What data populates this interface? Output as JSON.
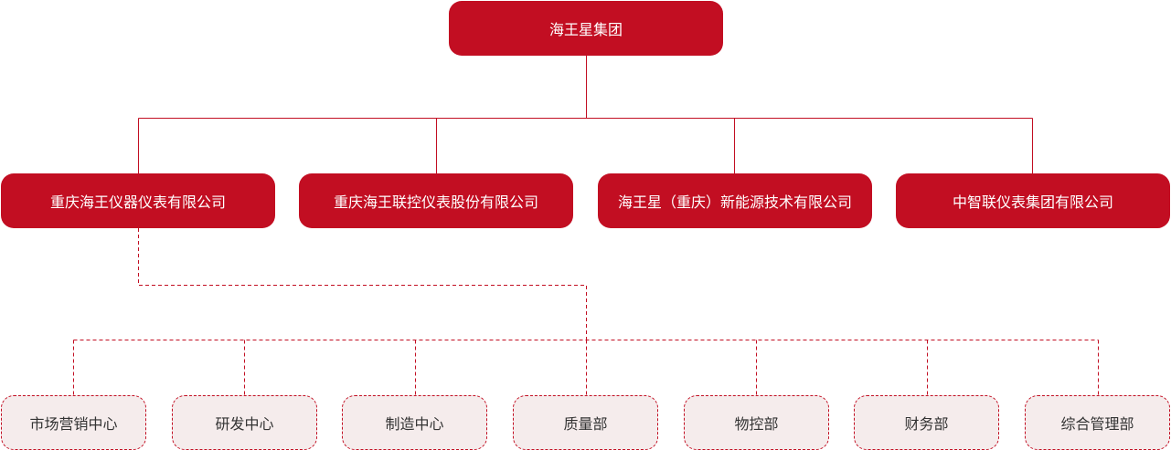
{
  "root": {
    "label": "海王星集团"
  },
  "subsidiaries": [
    {
      "label": "重庆海王仪器仪表有限公司"
    },
    {
      "label": "重庆海王联控仪表股份有限公司"
    },
    {
      "label": "海王星（重庆）新能源技术有限公司"
    },
    {
      "label": "中智联仪表集团有限公司"
    }
  ],
  "departments": [
    {
      "label": "市场营销中心"
    },
    {
      "label": "研发中心"
    },
    {
      "label": "制造中心"
    },
    {
      "label": "质量部"
    },
    {
      "label": "物控部"
    },
    {
      "label": "财务部"
    },
    {
      "label": "综合管理部"
    }
  ],
  "colors": {
    "primary": "#c20e22",
    "department_fill": "#f5ecec"
  }
}
